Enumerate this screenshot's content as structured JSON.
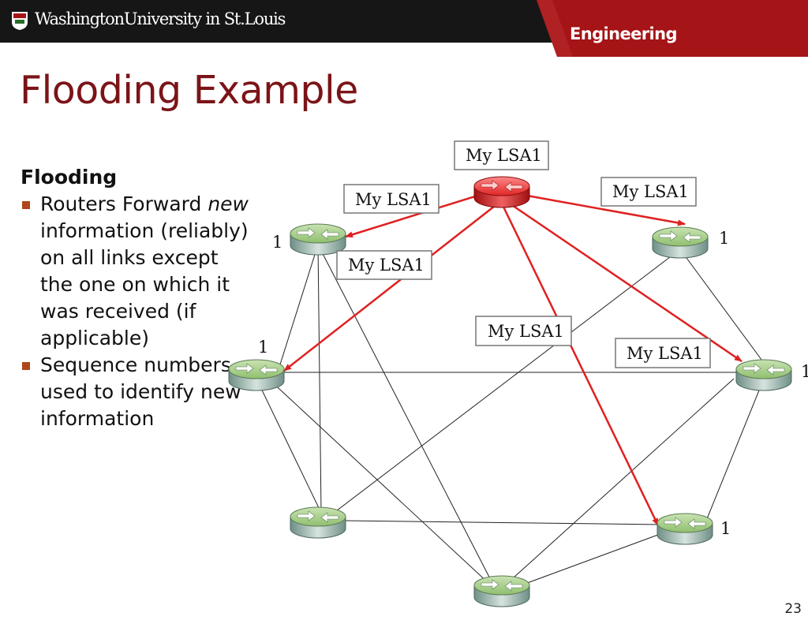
{
  "header": {
    "university": "WashingtonUniversity in St.Louis",
    "school": "Engineering"
  },
  "colors": {
    "accent": "#7b1418",
    "header_red": "#a51417",
    "arrow": "#e02020",
    "router_green": "#9cc47f",
    "router_red": "#e83a3a"
  },
  "slide": {
    "title": "Flooding Example",
    "heading": "Flooding",
    "bullets": [
      {
        "text_before": "Routers Forward ",
        "emphasis": "new",
        "text_after": " information (reliably) on all links except the one on which it was received (if applicable)"
      },
      {
        "text": "Sequence numbers used to identify new information"
      }
    ],
    "page_number": "23"
  },
  "diagram": {
    "routers": [
      {
        "id": "r-source",
        "state": "source"
      },
      {
        "id": "r-upper-left",
        "state": "received",
        "label": "1"
      },
      {
        "id": "r-upper-right",
        "state": "received",
        "label": "1"
      },
      {
        "id": "r-left",
        "state": "received",
        "label": "1"
      },
      {
        "id": "r-right",
        "state": "received",
        "label": "1"
      },
      {
        "id": "r-lower-left",
        "state": "idle"
      },
      {
        "id": "r-lower-right",
        "state": "received",
        "label": "1"
      },
      {
        "id": "r-bottom",
        "state": "idle"
      }
    ],
    "message_boxes": [
      "My LSA1",
      "My LSA1",
      "My LSA1",
      "My LSA1",
      "My LSA1",
      "My LSA1"
    ]
  }
}
